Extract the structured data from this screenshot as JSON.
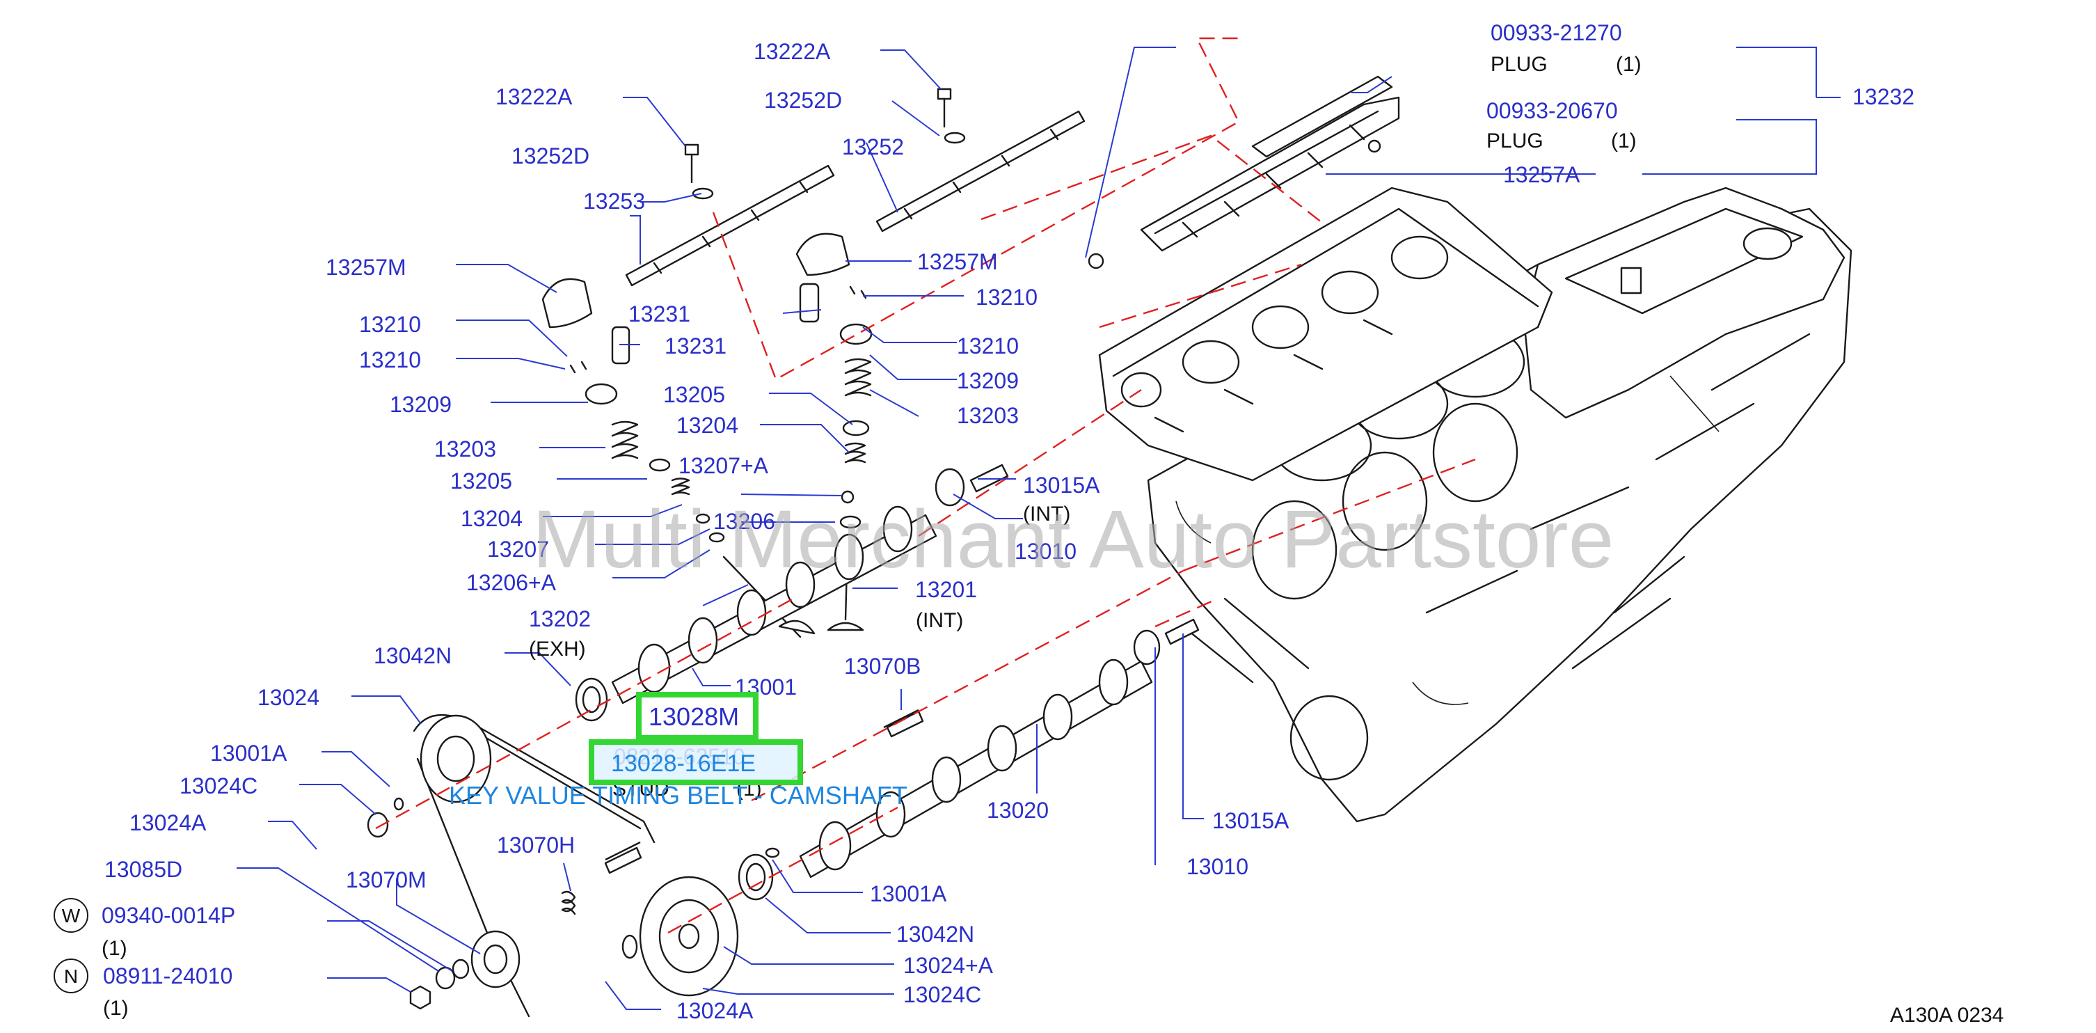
{
  "watermark": "Multi Merchant Auto Partstore",
  "diagram_code": "A130A   0234",
  "parts": [
    {
      "id": "p1",
      "label": "00933-21270"
    },
    {
      "id": "p2",
      "label": "00933-20670"
    },
    {
      "id": "p3",
      "label": "13232"
    },
    {
      "id": "p4",
      "label": "13257A"
    },
    {
      "id": "p5",
      "label": "13222A"
    },
    {
      "id": "p6",
      "label": "13222A"
    },
    {
      "id": "p7",
      "label": "13252D"
    },
    {
      "id": "p8",
      "label": "13252D"
    },
    {
      "id": "p9",
      "label": "13252"
    },
    {
      "id": "p10",
      "label": "13253"
    },
    {
      "id": "p11",
      "label": "13257M"
    },
    {
      "id": "p12",
      "label": "13257M"
    },
    {
      "id": "p13",
      "label": "13231"
    },
    {
      "id": "p14",
      "label": "13231"
    },
    {
      "id": "p15",
      "label": "13210"
    },
    {
      "id": "p16",
      "label": "13210"
    },
    {
      "id": "p17",
      "label": "13210"
    },
    {
      "id": "p18",
      "label": "13210"
    },
    {
      "id": "p19",
      "label": "13209"
    },
    {
      "id": "p20",
      "label": "13209"
    },
    {
      "id": "p21",
      "label": "13205"
    },
    {
      "id": "p22",
      "label": "13203"
    },
    {
      "id": "p23",
      "label": "13203"
    },
    {
      "id": "p24",
      "label": "13204"
    },
    {
      "id": "p25",
      "label": "13205"
    },
    {
      "id": "p26",
      "label": "13207+A"
    },
    {
      "id": "p27",
      "label": "13204"
    },
    {
      "id": "p28",
      "label": "13206"
    },
    {
      "id": "p29",
      "label": "13207"
    },
    {
      "id": "p30",
      "label": "13206+A"
    },
    {
      "id": "p31",
      "label": "13015A"
    },
    {
      "id": "p32",
      "label": "13010"
    },
    {
      "id": "p33",
      "label": "13201"
    },
    {
      "id": "p34",
      "label": "13202"
    },
    {
      "id": "p35",
      "label": "13042N"
    },
    {
      "id": "p36",
      "label": "13001"
    },
    {
      "id": "p37",
      "label": "13070B"
    },
    {
      "id": "p38",
      "label": "13024"
    },
    {
      "id": "p39",
      "label": "13001A"
    },
    {
      "id": "p40",
      "label": "13024C"
    },
    {
      "id": "p41",
      "label": "13024A"
    },
    {
      "id": "p42",
      "label": "13020"
    },
    {
      "id": "p43",
      "label": "13015A"
    },
    {
      "id": "p44",
      "label": "13070H"
    },
    {
      "id": "p45",
      "label": "13085D"
    },
    {
      "id": "p46",
      "label": "13070M"
    },
    {
      "id": "p47",
      "label": "13010"
    },
    {
      "id": "p48",
      "label": "13001A"
    },
    {
      "id": "p49",
      "label": "13042N"
    },
    {
      "id": "p50",
      "label": "13024+A"
    },
    {
      "id": "p51",
      "label": "13024C"
    },
    {
      "id": "p52",
      "label": "13024A"
    },
    {
      "id": "p53",
      "label": "09340-0014P"
    },
    {
      "id": "p54",
      "label": "08911-24010"
    }
  ],
  "notes": {
    "plug1": "PLUG",
    "plug1_qty": "(1)",
    "plug2": "PLUG",
    "plug2_qty": "(1)",
    "int1": "(INT)",
    "int2": "(INT)",
    "exh": "(EXH)",
    "w_qty": "(1)",
    "n_qty": "(1)",
    "stud": "STUD",
    "stud_qty": "(1)",
    "stud_part": "08216-62510"
  },
  "markers": {
    "w": "W",
    "n": "N"
  },
  "highlight": {
    "part_a": "13028M",
    "part_b": "13028-16E1E",
    "tooltip": "KEY VALUE TIMING BELT - CAMSHAFT"
  },
  "colors": {
    "part_number": "#2a2fc9",
    "axis_line": "#e02020",
    "highlight_border": "#33d633",
    "tooltip": "#1d86e0"
  }
}
